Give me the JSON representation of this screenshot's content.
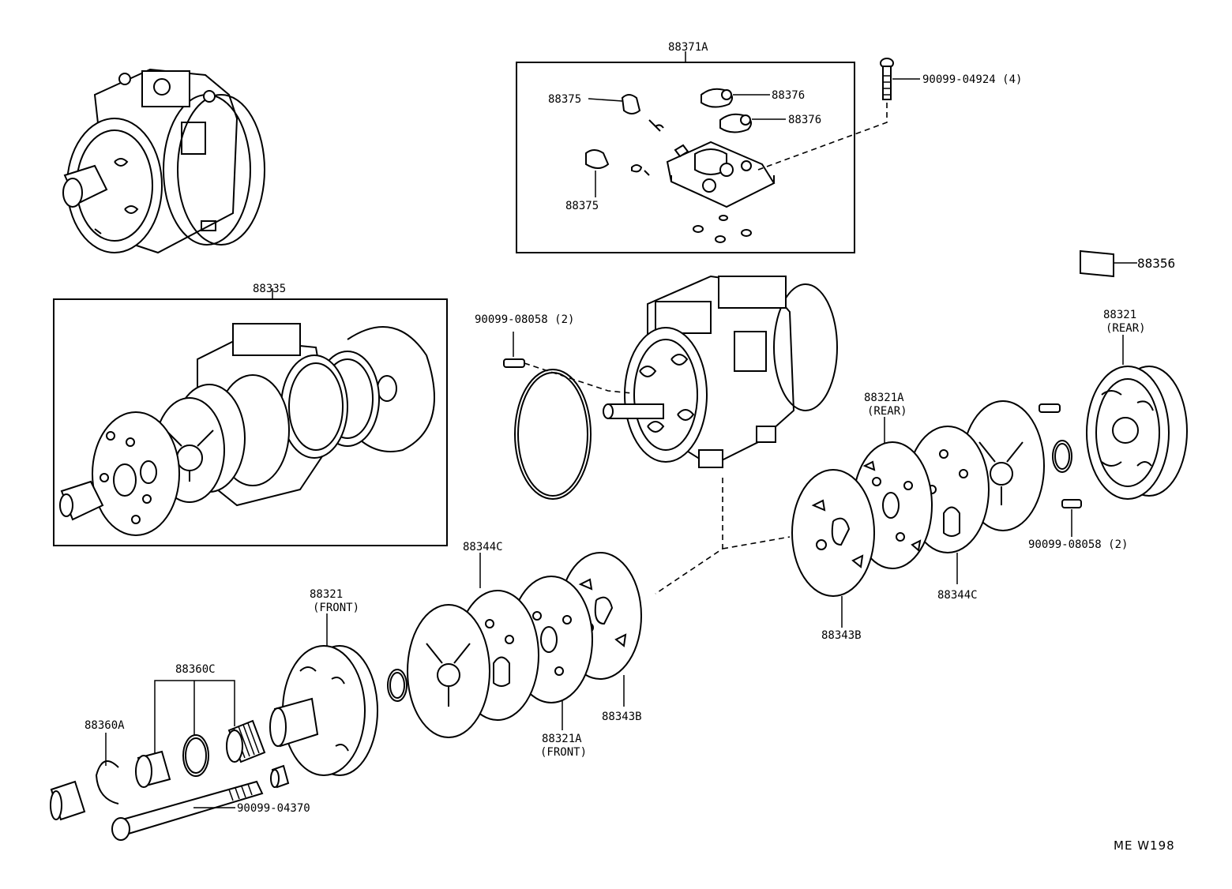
{
  "diagram_code": "ME W198",
  "labels": {
    "p88371A": "88371A",
    "p90099_04924": "90099-04924 (4)",
    "p88375_a": "88375",
    "p88376_a": "88376",
    "p88376_b": "88376",
    "p88375_b": "88375",
    "p88356": "88356",
    "p88335": "88335",
    "p90099_08058_top": "90099-08058 (2)",
    "p88321_rear": "88321",
    "p88321_rear_note": "(REAR)",
    "p88321A_rear": "88321A",
    "p88321A_rear_note": "(REAR)",
    "p90099_08058_right": "90099-08058 (2)",
    "p88344C_right": "88344C",
    "p88343B_right": "88343B",
    "p88344C_center": "88344C",
    "p88321_front": "88321",
    "p88321_front_note": "(FRONT)",
    "p88360C": "88360C",
    "p88360A": "88360A",
    "p88321A_front": "88321A",
    "p88321A_front_note": "(FRONT)",
    "p88343B_center": "88343B",
    "p90099_04370": "90099-04370"
  }
}
